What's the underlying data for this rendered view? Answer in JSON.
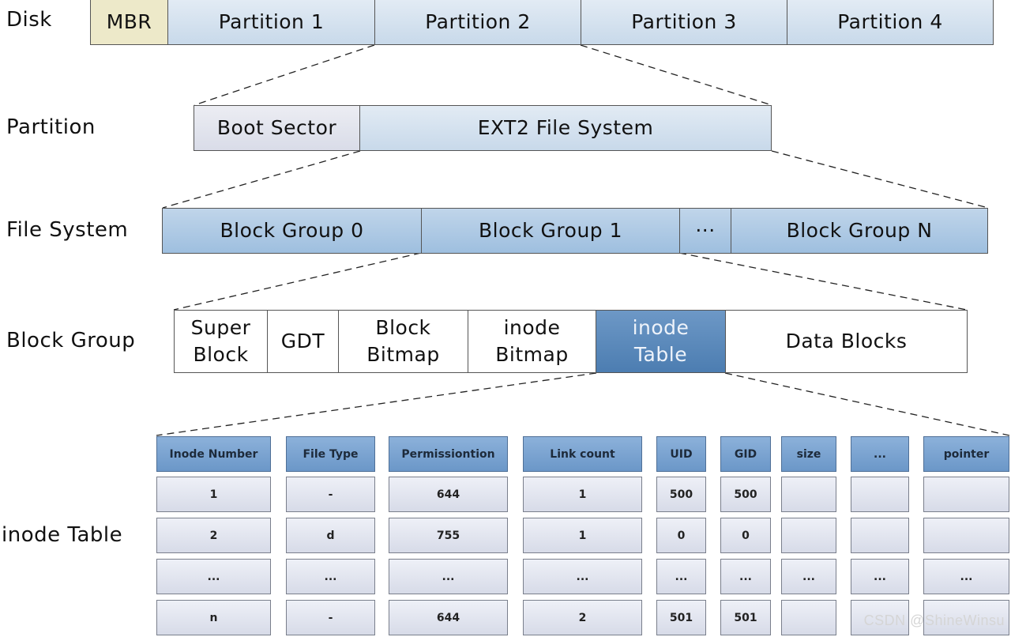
{
  "levels": {
    "disk": {
      "label": "Disk",
      "cells": [
        "MBR",
        "Partition 1",
        "Partition 2",
        "Partition 3",
        "Partition 4"
      ]
    },
    "partition": {
      "label": "Partition",
      "cells": [
        "Boot Sector",
        "EXT2 File System"
      ]
    },
    "filesystem": {
      "label": "File System",
      "cells": [
        "Block Group 0",
        "Block Group 1",
        "···",
        "Block Group N"
      ]
    },
    "blockgroup": {
      "label": "Block Group",
      "cells": [
        "Super\nBlock",
        "GDT",
        "Block\nBitmap",
        "inode\nBitmap",
        "inode\nTable",
        "Data Blocks"
      ]
    }
  },
  "inode_table": {
    "label": "inode Table",
    "headers": [
      "Inode Number",
      "File Type",
      "Permissiontion",
      "Link count",
      "UID",
      "GID",
      "size",
      "...",
      "pointer"
    ],
    "rows": [
      [
        "1",
        "-",
        "644",
        "1",
        "500",
        "500",
        "",
        "",
        ""
      ],
      [
        "2",
        "d",
        "755",
        "1",
        "0",
        "0",
        "",
        "",
        ""
      ],
      [
        "...",
        "...",
        "...",
        "...",
        "...",
        "...",
        "...",
        "...",
        "..."
      ],
      [
        "n",
        "-",
        "644",
        "2",
        "501",
        "501",
        "",
        "",
        ""
      ]
    ]
  },
  "colors": {
    "mbr": "#ede9c9",
    "light_blue": "#d5e2ef",
    "mid_blue": "#afcae5",
    "highlight_blue": "#5b88bb",
    "table_header": "#7ca4d1"
  },
  "watermark": "CSDN @ShineWinsu"
}
